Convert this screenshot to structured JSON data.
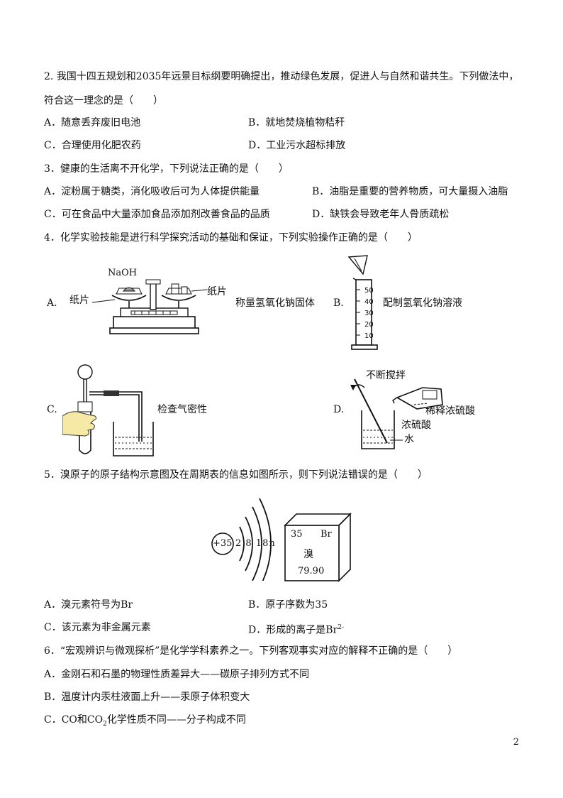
{
  "q2": {
    "stem1": "2. 我国十四五规划和2035年远景目标纲要明确提出，推动绿色发展，促进人与自然和谐共生。下列做法中，",
    "stem2": "符合这一理念的是（　　）",
    "A": "A．随意丢弃废旧电池",
    "B": "B．就地焚烧植物秸秆",
    "C": "C．合理使用化肥农药",
    "D": "D．工业污水超标排放"
  },
  "q3": {
    "stem": "3．健康的生活离不开化学，下列说法正确的是（　　）",
    "A": "A．淀粉属于糖类，消化吸收后可为人体提供能量",
    "B": "B．油脂是重要的营养物质，可大量摄入油脂",
    "C": "C．可在食品中大量添加食品添加剂改善食品的品质",
    "D": "D．缺铁会导致老年人骨质疏松"
  },
  "q4": {
    "stem": "4．化学实验技能是进行科学探究活动的基础和保证，下列实验操作正确的是（　　）",
    "A": {
      "letter": "A.",
      "naoh": "NaOH",
      "paper_left": "纸片",
      "paper_right": "纸片",
      "caption": "称量氢氧化钠固体"
    },
    "B": {
      "letter": "B.",
      "ticks": [
        "50",
        "40",
        "30",
        "20",
        "10"
      ],
      "caption": "配制氢氧化钠溶液"
    },
    "C": {
      "letter": "C.",
      "caption": "检查气密性"
    },
    "D": {
      "letter": "D.",
      "stir": "不断搅拌",
      "acid": "浓硫酸",
      "water": "水",
      "caption": "稀释浓硫酸"
    }
  },
  "q5": {
    "stem": "5．溴原子的原子结构示意图及在周期表的信息如图所示，则下列说法错误的是（　　）",
    "atom": {
      "nucleus": "+35",
      "shells": "2 8 18n"
    },
    "cell": {
      "number": "35",
      "symbol": "Br",
      "name": "溴",
      "mass": "79.90"
    },
    "A": "A．溴元素符号为Br",
    "B": "B．原子序数为35",
    "C": "C．该元素为非金属元素",
    "D_pre": "D．形成的离子是Br",
    "D_sup": "2-"
  },
  "q6": {
    "stem": "6．“宏观辨识与微观探析”是化学学科素养之一。下列客观事实对应的解释不正确的是（　　）",
    "A": "A．金刚石和石墨的物理性质差异大——碳原子排列方式不同",
    "B": "B．温度计内汞柱液面上升——汞原子体积变大",
    "C_pre": "C．CO和CO",
    "C_sub": "2",
    "C_post": "化学性质不同——分子构成不同"
  },
  "page_number": "2"
}
